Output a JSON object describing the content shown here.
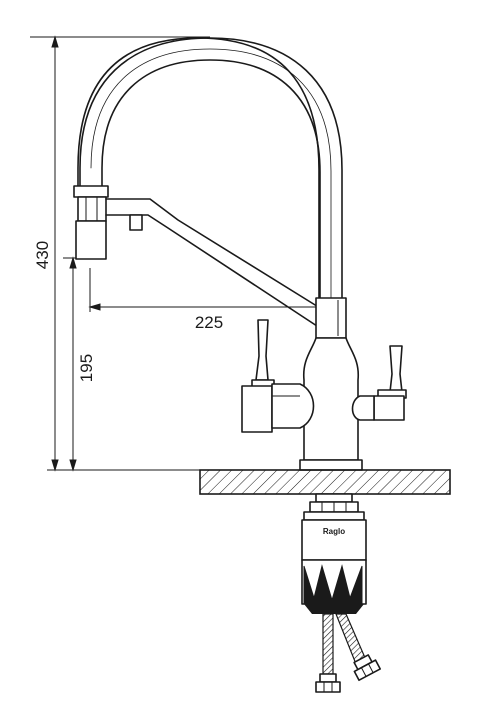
{
  "dimensions": {
    "total_height": "430",
    "spout_height": "195",
    "spout_reach": "225"
  },
  "brand": "Raglo",
  "colors": {
    "line": "#1a1a1a",
    "background": "#ffffff"
  }
}
